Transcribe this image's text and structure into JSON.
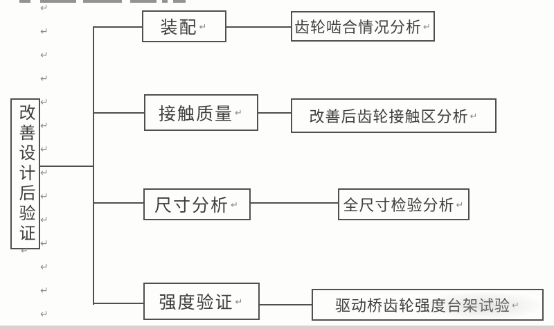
{
  "diagram": {
    "root": "改善设计后验证",
    "branches": [
      {
        "category": "装配",
        "detail": "齿轮啮合情况分析"
      },
      {
        "category": "接触质量",
        "detail": "改善后齿轮接触区分析"
      },
      {
        "category": "尺寸分析",
        "detail": "全尺寸检验分析"
      },
      {
        "category": "强度验证",
        "detail": "驱动桥齿轮强度台架试验"
      }
    ]
  },
  "paragraph_mark": "↵",
  "colors": {
    "line": "#4f4f4f",
    "text": "#3e3e3e",
    "mark": "#8b8b8b",
    "background": "#fdfdfc",
    "bottom_band": "#d3d3d3"
  }
}
